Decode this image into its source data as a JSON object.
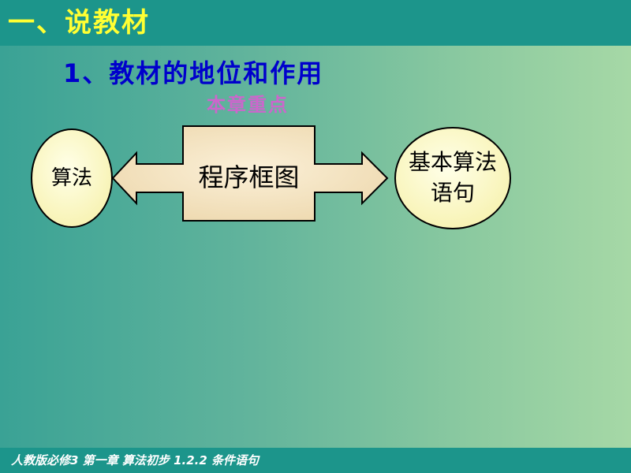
{
  "header": {
    "title": "一、说教材"
  },
  "section": {
    "subtitle": "1、教材的地位和作用"
  },
  "diagram": {
    "highlight_label": "本章重点",
    "left_node": "算法",
    "center_node": "程序框图",
    "right_node_line1": "基本算法",
    "right_node_line2": "语句"
  },
  "footer": {
    "text": "人教版必修3 第一章 算法初步 1.2.2 条件语句"
  },
  "colors": {
    "title_text": "#ffff33",
    "subtitle_text": "#0000cc",
    "highlight_text": "#cc66cc",
    "ellipse_fill": "#ffffcc",
    "box_fill": "#f5e4c4"
  }
}
